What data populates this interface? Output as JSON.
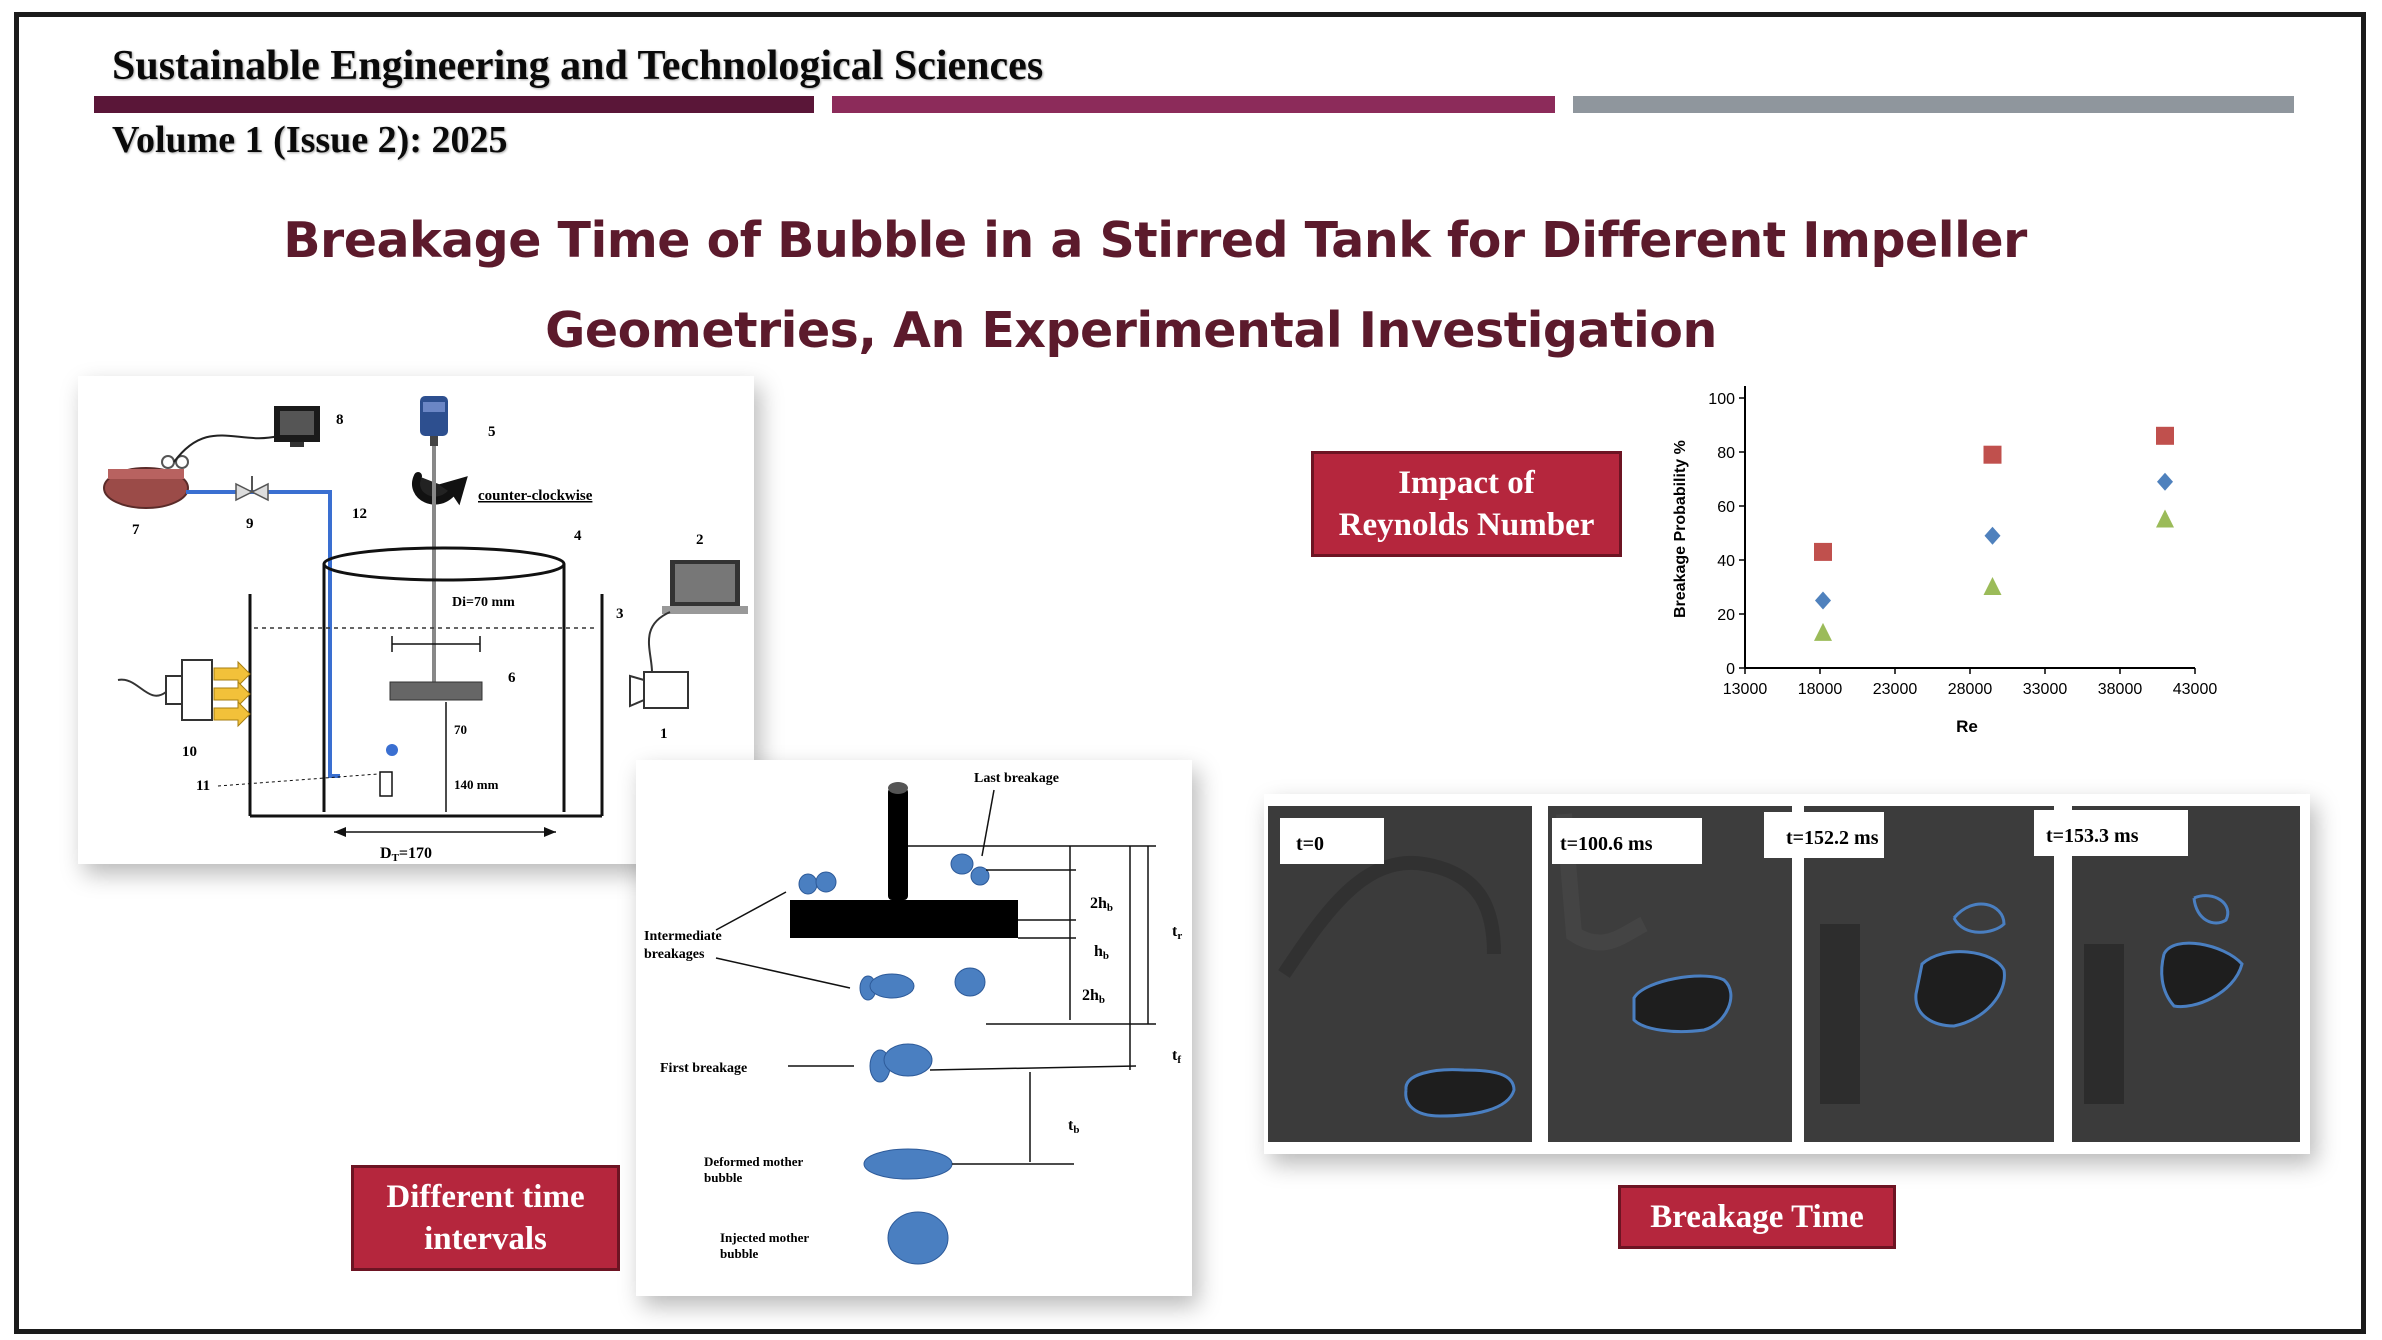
{
  "header": {
    "journal": "Sustainable Engineering and Technological Sciences",
    "volume": "Volume 1 (Issue 2): 2025"
  },
  "title": {
    "line1": "Breakage Time of Bubble in a Stirred Tank for Different Impeller",
    "line2": "Geometries, An Experimental Investigation"
  },
  "colors": {
    "title": "#5c1a2c",
    "label_box": "#b5263d",
    "rule_dark": "#5a1638",
    "rule_mid": "#8c2b5a",
    "rule_gray": "#8f969d",
    "bubble_blue": "#4a7fc1"
  },
  "labels": {
    "reynolds_line1": "Impact of",
    "reynolds_line2": "Reynolds Number",
    "intervals_line1": "Different time",
    "intervals_line2": "intervals",
    "breakage_time": "Breakage Time"
  },
  "setup_diagram": {
    "numbers": [
      "1",
      "2",
      "3",
      "4",
      "5",
      "6",
      "7",
      "8",
      "9",
      "10",
      "11",
      "12"
    ],
    "rotation": "counter-clockwise",
    "impeller_diameter": "Di=70 mm",
    "height_70": "70",
    "height_140": "140 mm",
    "tank_diameter": "D",
    "tank_diameter_sub": "T",
    "tank_diameter_value": "=170"
  },
  "stages_diagram": {
    "last_breakage": "Last breakage",
    "intermediate_1": "Intermediate",
    "intermediate_2": "breakages",
    "first_breakage": "First breakage",
    "deformed_1": "Deformed mother",
    "deformed_2": "bubble",
    "injected_1": "Injected mother",
    "injected_2": "bubble",
    "h_2hb_top": "2h",
    "h_hb": "h",
    "h_2hb_bottom": "2h",
    "sub_b": "b",
    "t_r": "t",
    "t_r_sub": "r",
    "t_f": "t",
    "t_f_sub": "f",
    "t_b": "t",
    "t_b_sub": "b"
  },
  "frames": [
    {
      "label": "t=0"
    },
    {
      "label": "t=100.6 ms"
    },
    {
      "label": "t=152.2 ms"
    },
    {
      "label": "t=153.3  ms"
    }
  ],
  "chart_data": {
    "type": "scatter",
    "xlabel": "Re",
    "ylabel": "Breakage Probability %",
    "xlim": [
      13000,
      43000
    ],
    "ylim": [
      0,
      100
    ],
    "xticks": [
      "13000",
      "18000",
      "23000",
      "28000",
      "33000",
      "38000",
      "43000"
    ],
    "yticks": [
      "0",
      "20",
      "40",
      "60",
      "80",
      "100"
    ],
    "series": [
      {
        "marker": "square",
        "color": "#c0504d",
        "x": [
          18200,
          29500,
          41000
        ],
        "y": [
          43,
          79,
          86
        ]
      },
      {
        "marker": "diamond",
        "color": "#4f81bd",
        "x": [
          18200,
          29500,
          41000
        ],
        "y": [
          25,
          49,
          69
        ]
      },
      {
        "marker": "triangle",
        "color": "#9bbb59",
        "x": [
          18200,
          29500,
          41000
        ],
        "y": [
          13,
          30,
          55
        ]
      }
    ]
  }
}
